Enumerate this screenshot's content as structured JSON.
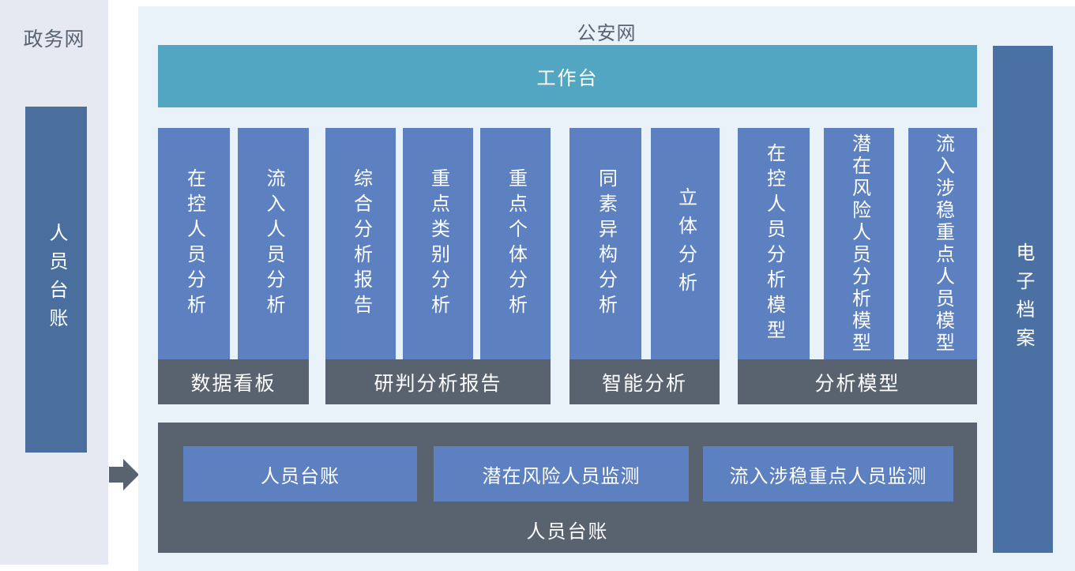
{
  "sidebar": {
    "network_label": "政务网",
    "ledger_bar_label": "人员台账"
  },
  "main": {
    "network_label": "公安网",
    "workbench_label": "工作台",
    "archive_bar_label": "电子档案",
    "groups": [
      {
        "label": "数据看板",
        "columns": [
          "在控人员分析",
          "流入人员分析"
        ]
      },
      {
        "label": "研判分析报告",
        "columns": [
          "综合分析报告",
          "重点类别分析",
          "重点个体分析"
        ]
      },
      {
        "label": "智能分析",
        "columns": [
          "同素异构分析",
          "立体分析"
        ]
      },
      {
        "label": "分析模型",
        "columns": [
          "在控人员分析模型",
          "潜在风险人员分析模型",
          "流入涉稳重点人员模型"
        ]
      }
    ],
    "bottom_panel": {
      "buttons": [
        "人员台账",
        "潜在风险人员监测",
        "流入涉稳重点人员监测"
      ],
      "label": "人员台账"
    }
  },
  "colors": {
    "sidebar_bg": "#e7e9f2",
    "main_panel_bg": "#e9f2f8",
    "column_blue": "#5c80c0",
    "ledger_bar_blue": "#4a6f9e",
    "archive_bar_blue": "#4b70a4",
    "workbench_teal": "#53a6c1",
    "dark_gray": "#59626f",
    "title_text": "#5a6472"
  }
}
